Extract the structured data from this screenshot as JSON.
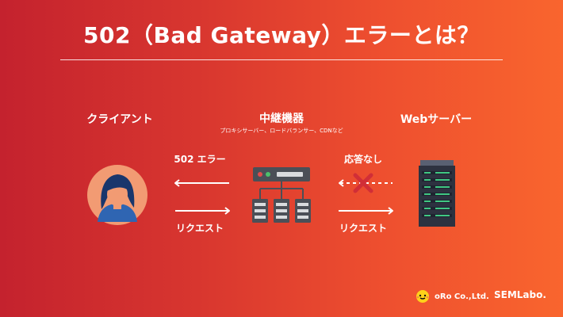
{
  "title": "502（Bad Gateway）エラーとは？",
  "columns": {
    "client": {
      "label": "クライアント"
    },
    "relay": {
      "label": "中継機器",
      "sublabel": "プロキシサーバー、ロードバランサー、CDNなど"
    },
    "server": {
      "label": "Webサーバー"
    }
  },
  "flows": {
    "left_error_label": "502 エラー",
    "left_request_label": "リクエスト",
    "right_no_response_label": "応答なし",
    "right_request_label": "リクエスト"
  },
  "logos": {
    "oro_text": "oRo Co.,Ltd.",
    "sem_text": "SEMLabo."
  },
  "icons": {
    "client": "person-avatar-icon",
    "relay": "relay-server-icon",
    "server": "server-rack-icon",
    "error": "x-mark-icon",
    "oro": "oro-bird-icon"
  },
  "colors": {
    "gradient_start": "#c4222e",
    "gradient_end": "#f9652e",
    "avatar_bg": "#f29b73",
    "avatar_shirt": "#2f65b2",
    "avatar_hair": "#19366c",
    "relay_dark": "#4b4f57",
    "relay_light": "#d9dbde",
    "server_dark": "#2d3240",
    "server_green": "#40c783",
    "x_mark": "#d12e37",
    "logo_yellow": "#ffd11a"
  }
}
